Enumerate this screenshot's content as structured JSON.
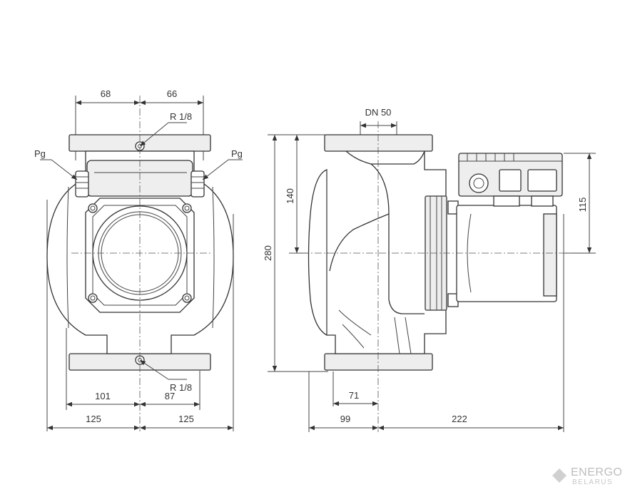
{
  "front_view": {
    "dim_68": "68",
    "dim_66": "66",
    "dim_101": "101",
    "dim_87": "87",
    "dim_125_left": "125",
    "dim_125_right": "125",
    "pg_left": "Pg",
    "pg_right": "Pg",
    "r_thread_top": "R 1/8",
    "r_thread_bottom": "R 1/8"
  },
  "side_view": {
    "dn": "DN 50",
    "dim_280": "280",
    "dim_140": "140",
    "dim_115": "115",
    "dim_71": "71",
    "dim_99": "99",
    "dim_222": "222"
  },
  "watermark": {
    "line1": "ENERGO",
    "line2": "BELARUS"
  }
}
